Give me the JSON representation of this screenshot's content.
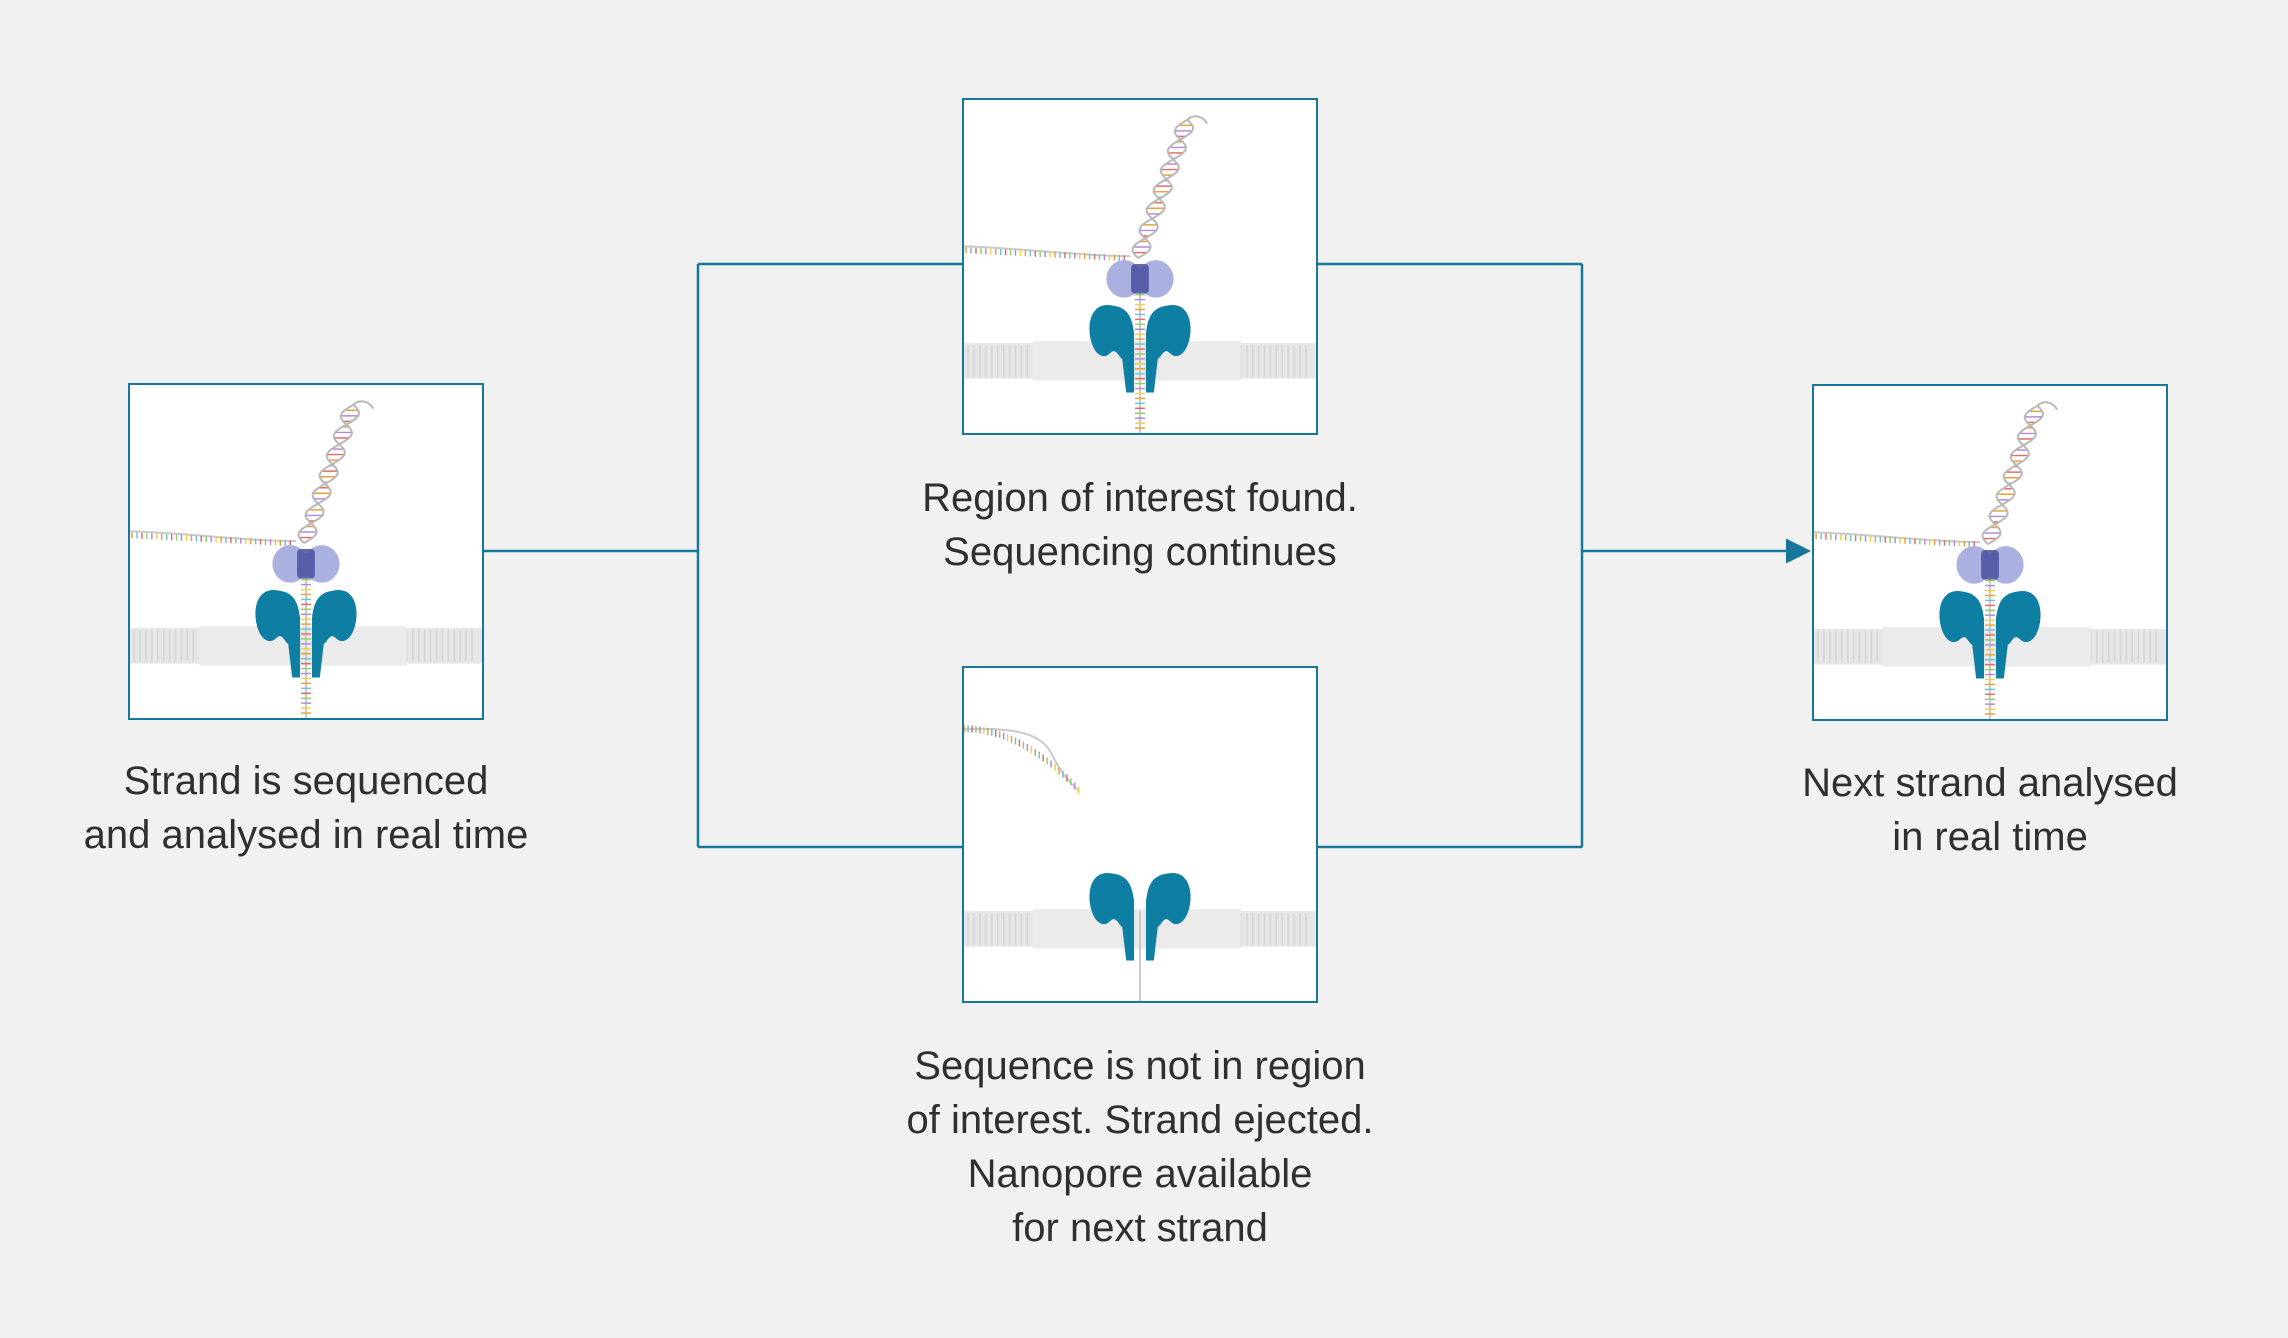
{
  "colors": {
    "background": "#f1f1f1",
    "border": "#16779a",
    "pore": "#0e7fa3",
    "motor": "#aab0e0",
    "motor_dark": "#4a4f9c",
    "membrane": "#e6e6e6",
    "text": "#2f2f2f"
  },
  "steps": [
    {
      "id": "start",
      "caption": "Strand is sequenced\nand analysed in real time"
    },
    {
      "id": "found",
      "caption": "Region of interest found.\nSequencing continues"
    },
    {
      "id": "ejected",
      "caption": "Sequence is not in region\nof interest. Strand ejected.\nNanopore available\nfor next strand"
    },
    {
      "id": "next",
      "caption": "Next strand analysed\nin real time"
    }
  ],
  "icons": {
    "start": "nanopore-sequencing-icon",
    "found": "nanopore-sequencing-icon",
    "ejected": "empty-nanopore-icon",
    "next": "nanopore-sequencing-icon"
  }
}
